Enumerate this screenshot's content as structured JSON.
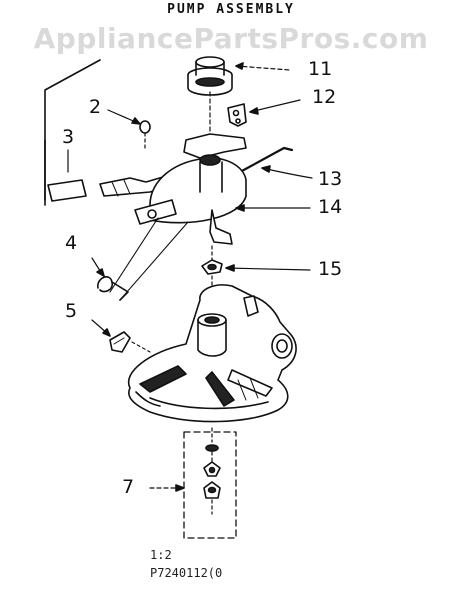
{
  "diagram": {
    "title": "PUMP ASSEMBLY",
    "watermark": "AppliancePartsPros.com",
    "callouts": [
      "2",
      "3",
      "4",
      "5",
      "7",
      "11",
      "12",
      "13",
      "14",
      "15"
    ],
    "scale": "1:2",
    "part_number": "P7240112(0"
  }
}
